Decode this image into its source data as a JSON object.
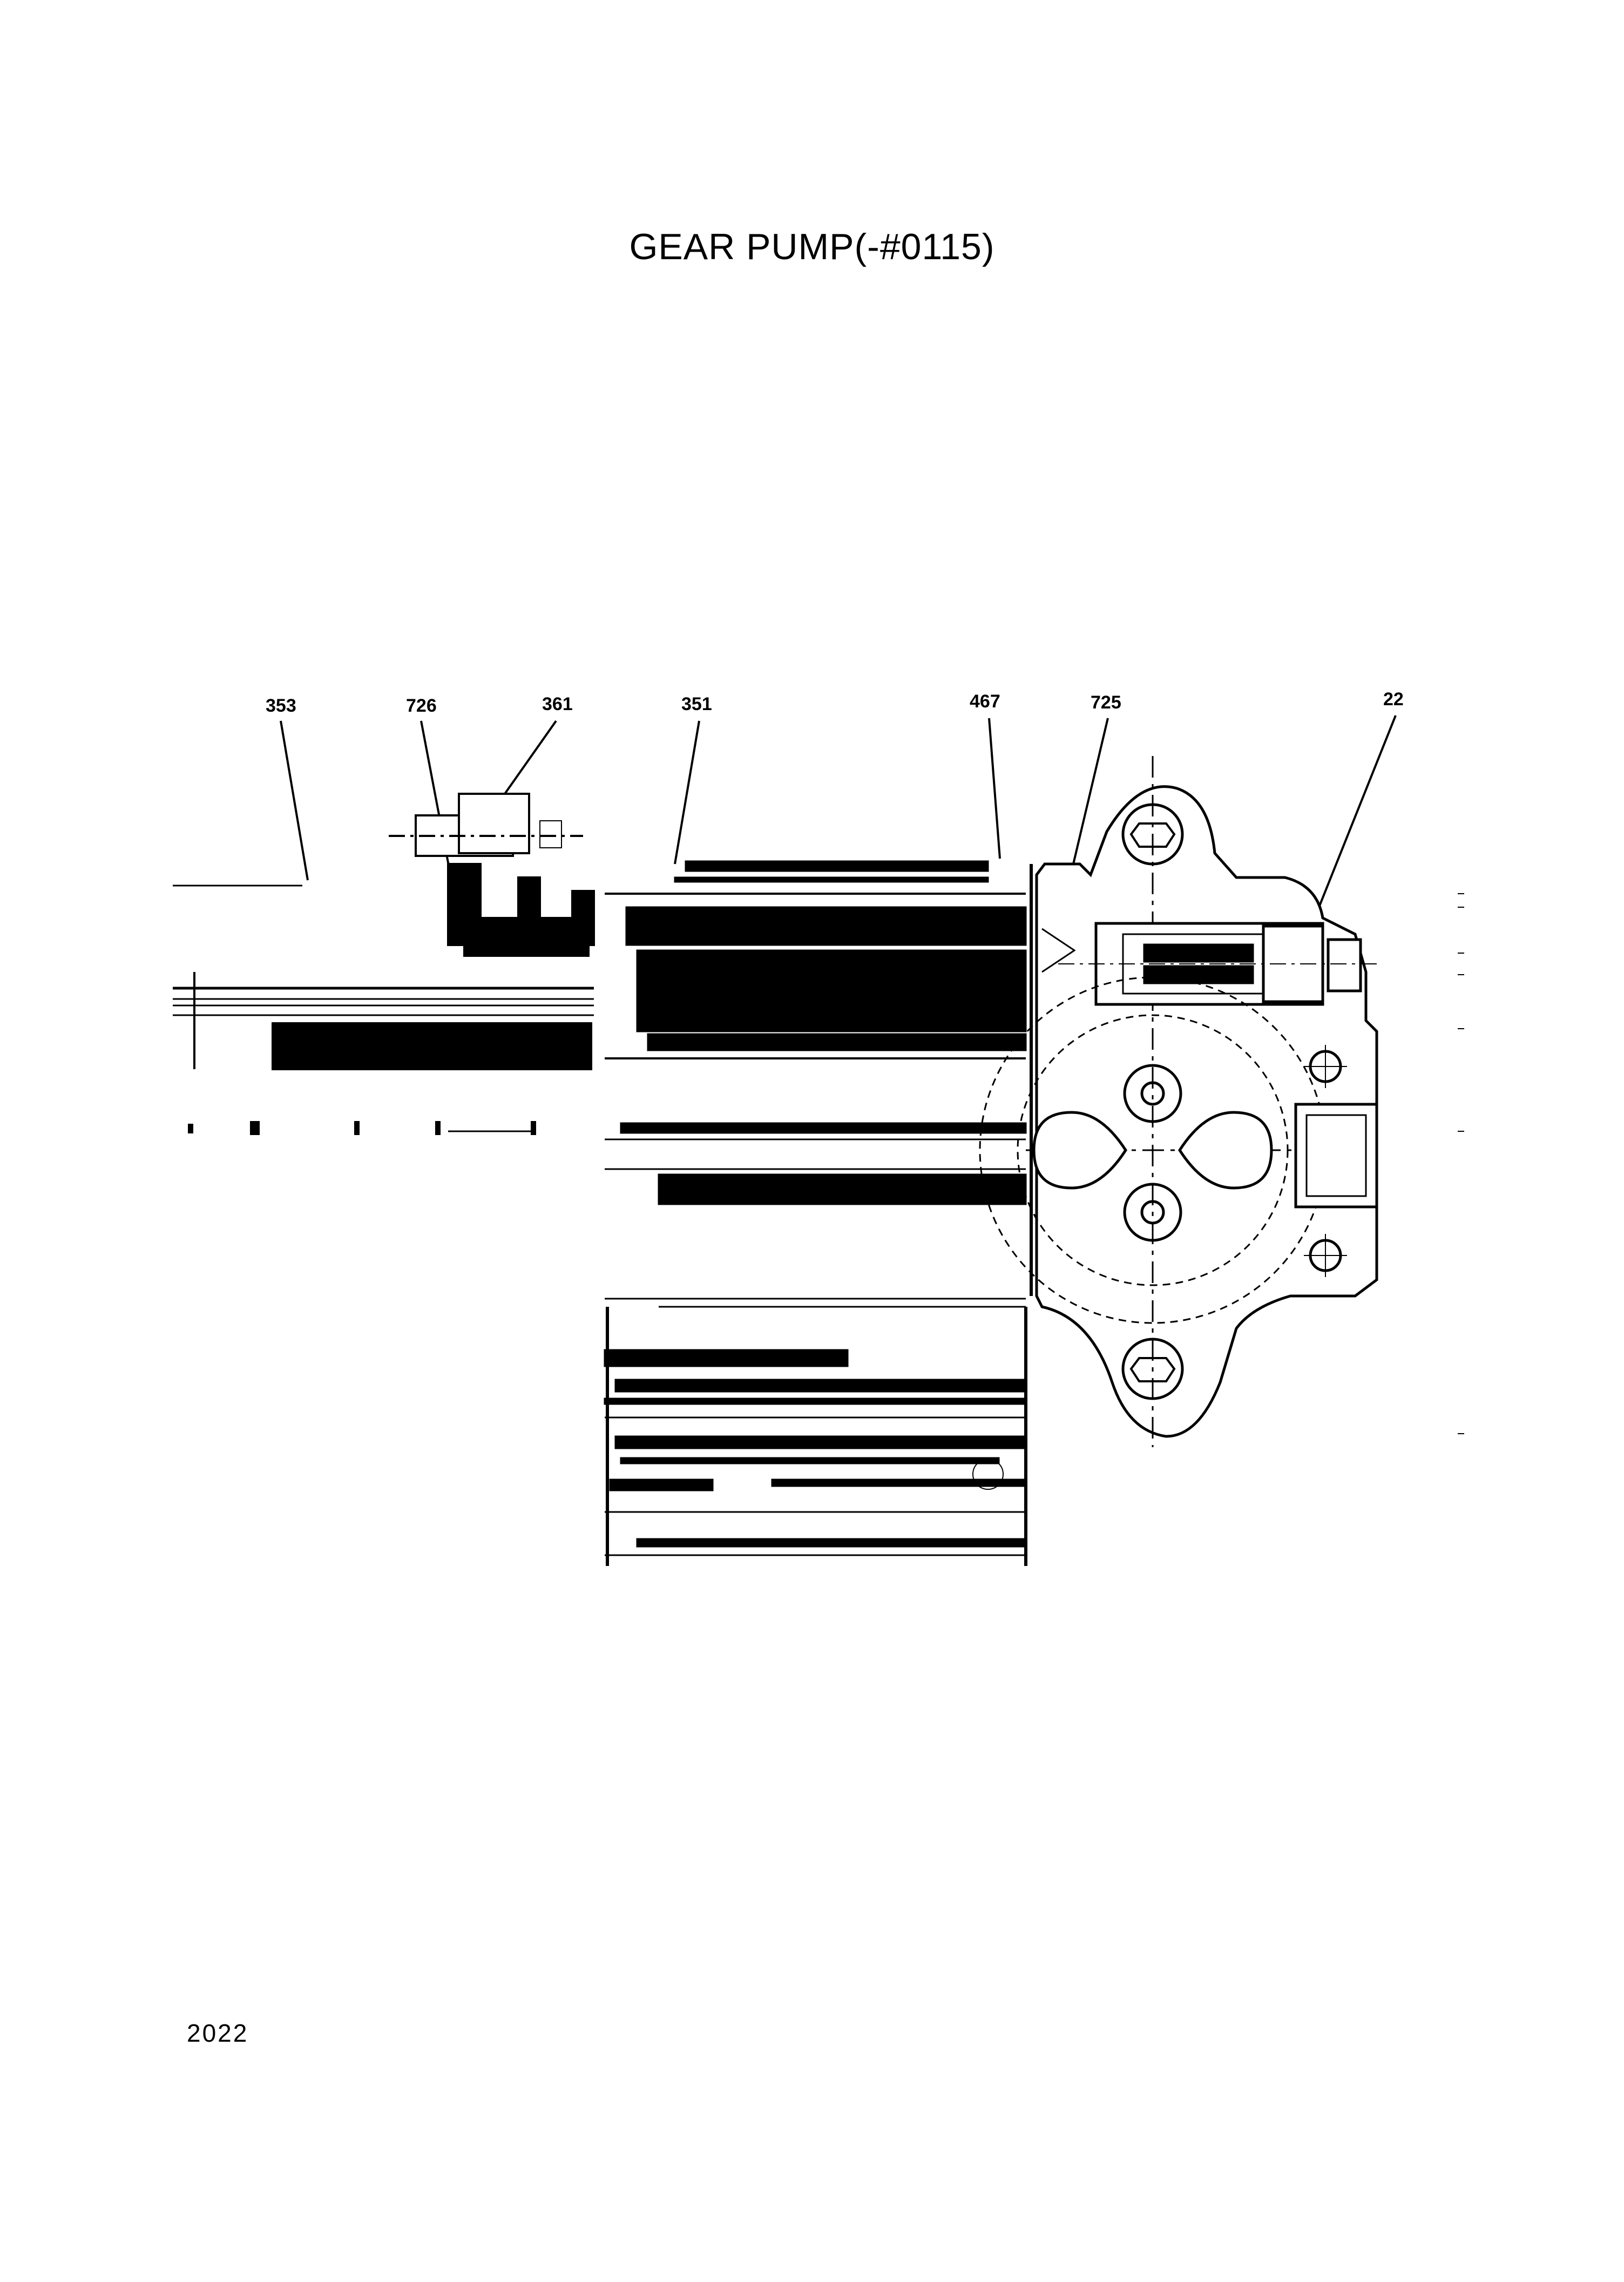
{
  "title": "GEAR PUMP(-#0115)",
  "page_number": "2022",
  "callouts": [
    "353",
    "726",
    "361",
    "351",
    "467",
    "725",
    "22"
  ]
}
